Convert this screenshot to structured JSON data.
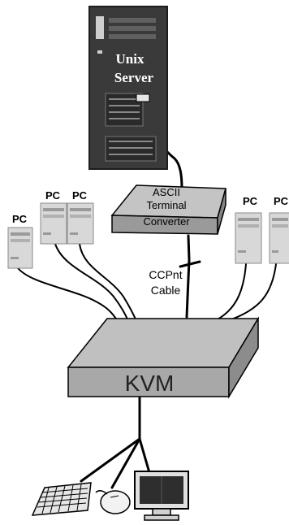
{
  "server": {
    "line1": "Unix",
    "line2": "Server"
  },
  "converter": {
    "line1": "ASCII",
    "line2": "Terminal",
    "line3": "Converter"
  },
  "cable": {
    "line1": "CCPnt",
    "line2": "Cable"
  },
  "kvm": {
    "label": "KVM"
  },
  "pcs": [
    {
      "label": "PC"
    },
    {
      "label": "PC"
    },
    {
      "label": "PC"
    },
    {
      "label": "PC"
    },
    {
      "label": "PC"
    }
  ],
  "colors": {
    "server_body": "#3a3a3a",
    "server_text": "#ffffff",
    "box_fill": "#b8b8b8",
    "box_side": "#8c8c8c",
    "cable": "#000000",
    "pc_tower": "#d8d8d8"
  }
}
